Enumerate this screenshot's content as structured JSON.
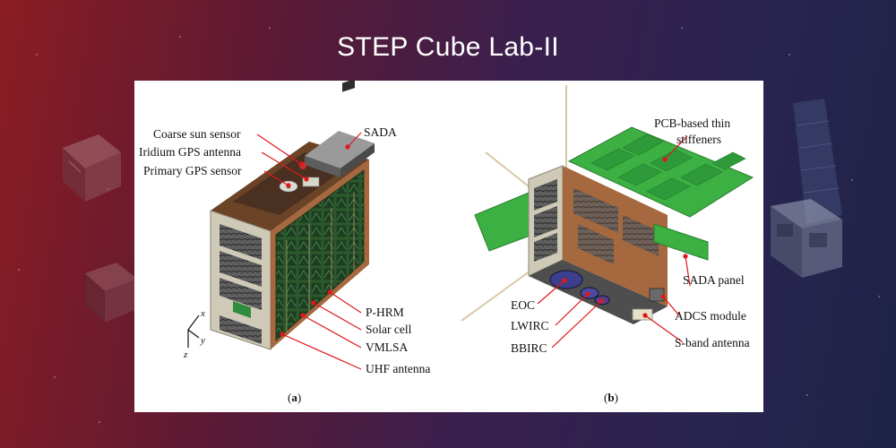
{
  "slide": {
    "title": "STEP Cube Lab-II"
  },
  "figure": {
    "panel_a": {
      "caption_open": "(",
      "caption_letter": "a",
      "caption_close": ")",
      "labels": {
        "coarse_sun_sensor": "Coarse sun sensor",
        "iridium_gps_antenna": "Iridium GPS antenna",
        "primary_gps_sensor": "Primary GPS sensor",
        "sada": "SADA",
        "p_hrm": "P-HRM",
        "solar_cell": "Solar cell",
        "vmlsa": "VMLSA",
        "uhf_antenna": "UHF antenna"
      },
      "axes": {
        "x": "x",
        "y": "y",
        "z": "z"
      }
    },
    "panel_b": {
      "caption_open": "(",
      "caption_letter": "b",
      "caption_close": ")",
      "labels": {
        "pcb_stiffeners_line1": "PCB-based thin",
        "pcb_stiffeners_line2": "stiffeners",
        "sada_panel": "SADA panel",
        "eoc": "EOC",
        "lwirc": "LWIRC",
        "bbirc": "BBIRC",
        "adcs_module": "ADCS module",
        "s_band_antenna": "S-band antenna"
      }
    }
  },
  "colors": {
    "background_left": "#8a1c22",
    "background_right": "#1f2347",
    "solar_panel_green": "#2e9a3a",
    "leader_line_red": "#e0161b",
    "chassis_copper": "#a5683f"
  }
}
